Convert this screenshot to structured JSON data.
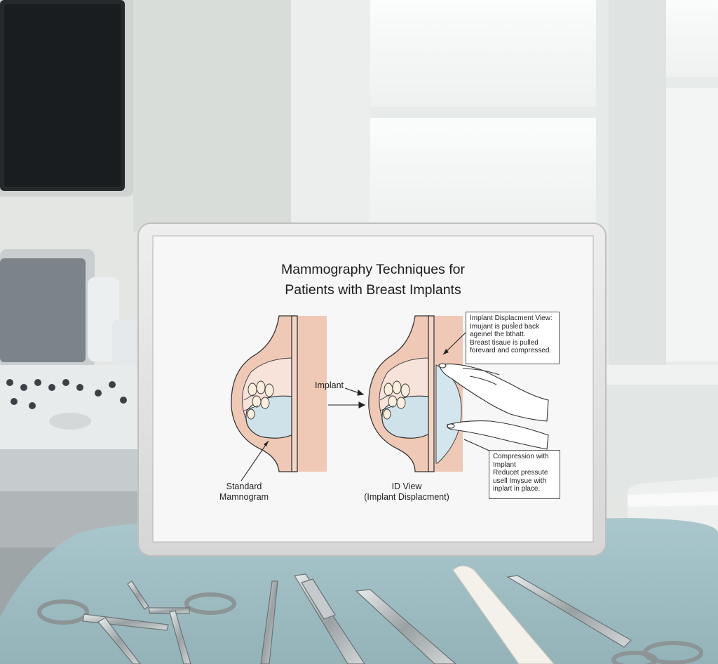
{
  "slide": {
    "title_line1": "Mammography Techniques for",
    "title_line2": "Patients with Breast Implants",
    "implant_label": "Implant",
    "standard_label_line1": "Standard",
    "standard_label_line2": "Mamnogram",
    "id_label_line1": "ID View",
    "id_label_line2": "(Implant Displacment)",
    "displacement_box": [
      "Implant Displacment View:",
      "Imujant is pusl̀ed back",
      "ageinel the bthatt.",
      "Breast tisaue is pulled",
      "forevard and compressed."
    ],
    "compression_box": [
      "Compression with",
      "Implant",
      "Reducet pressute",
      "usell Imysue with",
      "inplart in place."
    ]
  }
}
